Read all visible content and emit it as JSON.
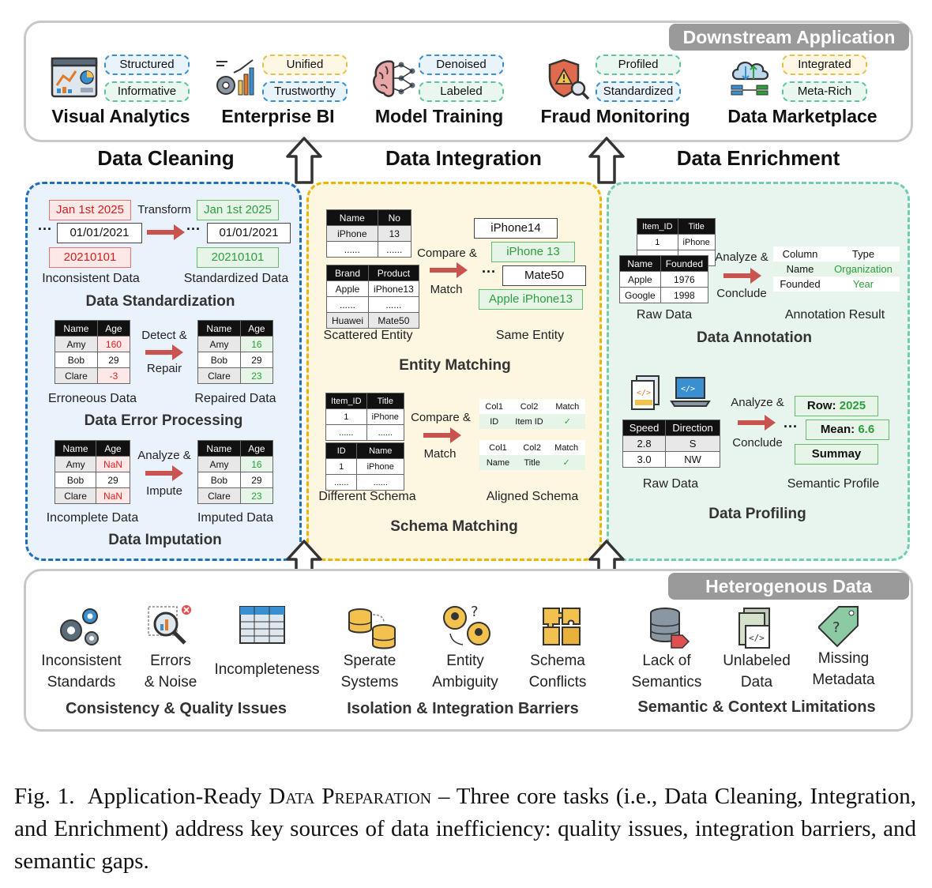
{
  "downstream": {
    "banner": "Downstream Application",
    "apps": [
      {
        "label": "Visual Analytics",
        "tags": [
          "Structured",
          "Informative"
        ]
      },
      {
        "label": "Enterprise BI",
        "tags": [
          "Unified",
          "Trustworthy"
        ]
      },
      {
        "label": "Model Training",
        "tags": [
          "Denoised",
          "Labeled"
        ]
      },
      {
        "label": "Fraud Monitoring",
        "tags": [
          "Profiled",
          "Standardized"
        ]
      },
      {
        "label": "Data Marketplace",
        "tags": [
          "Integrated",
          "Meta-Rich"
        ]
      }
    ]
  },
  "tasks": {
    "cleaning": "Data Cleaning",
    "integration": "Data Integration",
    "enrichment": "Data Enrichment"
  },
  "cleaning": {
    "standardization": {
      "title": "Data Standardization",
      "raw": [
        "Jan 1st 2025",
        "01/01/2021",
        "20210101"
      ],
      "std": [
        "Jan 1st 2025",
        "01/01/2021",
        "20210101"
      ],
      "action": "Transform",
      "left_label": "Inconsistent Data",
      "right_label": "Standardized Data"
    },
    "error": {
      "title": "Data Error Processing",
      "headers": [
        "Name",
        "Age"
      ],
      "left_rows": [
        [
          "Amy",
          "160"
        ],
        [
          "Bob",
          "29"
        ],
        [
          "Clare",
          "-3"
        ]
      ],
      "right_rows": [
        [
          "Amy",
          "16"
        ],
        [
          "Bob",
          "29"
        ],
        [
          "Clare",
          "23"
        ]
      ],
      "action_top": "Detect &",
      "action_bottom": "Repair",
      "left_label": "Erroneous Data",
      "right_label": "Repaired Data"
    },
    "imputation": {
      "title": "Data Imputation",
      "headers": [
        "Name",
        "Age"
      ],
      "left_rows": [
        [
          "Amy",
          "NaN"
        ],
        [
          "Bob",
          "29"
        ],
        [
          "Clare",
          "NaN"
        ]
      ],
      "right_rows": [
        [
          "Amy",
          "16"
        ],
        [
          "Bob",
          "29"
        ],
        [
          "Clare",
          "23"
        ]
      ],
      "action_top": "Analyze &",
      "action_bottom": "Impute",
      "left_label": "Incomplete Data",
      "right_label": "Imputed Data"
    }
  },
  "integration": {
    "entity": {
      "title": "Entity Matching",
      "t1_headers": [
        "Name",
        "No"
      ],
      "t1_rows": [
        [
          "iPhone",
          "13"
        ],
        [
          "......",
          "......"
        ]
      ],
      "t2_headers": [
        "Brand",
        "Product"
      ],
      "t2_rows": [
        [
          "Apple",
          "iPhone13"
        ],
        [
          "......",
          "......"
        ],
        [
          "Huawei",
          "Mate50"
        ]
      ],
      "action_top": "Compare &",
      "action_bottom": "Match",
      "results": [
        "iPhone14",
        "iPhone 13",
        "Mate50",
        "Apple iPhone13"
      ],
      "left_label": "Scattered Entity",
      "right_label": "Same Entity"
    },
    "schema": {
      "title": "Schema Matching",
      "t1_headers": [
        "Item_ID",
        "Title"
      ],
      "t1_rows": [
        [
          "1",
          "iPhone"
        ],
        [
          "......",
          "......"
        ]
      ],
      "t2_headers": [
        "ID",
        "Name"
      ],
      "t2_rows": [
        [
          "1",
          "iPhone"
        ],
        [
          "......",
          "......"
        ]
      ],
      "action_top": "Compare &",
      "action_bottom": "Match",
      "r_headers": [
        "Col1",
        "Col2",
        "Match"
      ],
      "r1": [
        "ID",
        "Item ID",
        "✓"
      ],
      "r2": [
        "Name",
        "Title",
        "✓"
      ],
      "left_label": "Different Schema",
      "right_label": "Aligned Schema"
    }
  },
  "enrichment": {
    "annotation": {
      "title": "Data Annotation",
      "t1_headers": [
        "Item_ID",
        "Title"
      ],
      "t1_rows": [
        [
          "1",
          "iPhone"
        ],
        [
          "......",
          "......"
        ]
      ],
      "t2_headers": [
        "Name",
        "Founded"
      ],
      "t2_rows": [
        [
          "Apple",
          "1976"
        ],
        [
          "Google",
          "1998"
        ]
      ],
      "action_top": "Analyze &",
      "action_bottom": "Conclude",
      "r_headers": [
        "Column",
        "Type"
      ],
      "r_rows": [
        [
          "Name",
          "Organization"
        ],
        [
          "Founded",
          "Year"
        ]
      ],
      "left_label": "Raw Data",
      "right_label": "Annotation Result"
    },
    "profiling": {
      "title": "Data Profiling",
      "headers": [
        "Speed",
        "Direction"
      ],
      "rows": [
        [
          "2.8",
          "S"
        ],
        [
          "3.0",
          "NW"
        ]
      ],
      "action_top": "Analyze &",
      "action_bottom": "Conclude",
      "row_label": "Row:",
      "row_value": "2025",
      "mean_label": "Mean:",
      "mean_value": "6.6",
      "summary": "Summay",
      "left_label": "Raw Data",
      "right_label": "Semantic Profile"
    }
  },
  "heterogenous": {
    "banner": "Heterogenous Data",
    "issues": [
      {
        "line1": "Inconsistent",
        "line2": "Standards"
      },
      {
        "line1": "Errors",
        "line2": "& Noise"
      },
      {
        "line1": "Incompleteness",
        "line2": ""
      },
      {
        "line1": "Sperate",
        "line2": "Systems"
      },
      {
        "line1": "Entity",
        "line2": "Ambiguity"
      },
      {
        "line1": "Schema",
        "line2": "Conflicts"
      },
      {
        "line1": "Lack of",
        "line2": "Semantics"
      },
      {
        "line1": "Unlabeled",
        "line2": "Data"
      },
      {
        "line1": "Missing",
        "line2": "Metadata"
      }
    ],
    "groups": [
      "Consistency & Quality Issues",
      "Isolation & Integration Barriers",
      "Semantic & Context Limitations"
    ]
  },
  "caption": {
    "fig": "Fig. 1.",
    "lead": "Application-Ready",
    "sc": "Data Preparation",
    "rest": "– Three core tasks (i.e., Data Cleaning, Integration, and Enrichment) address key sources of data inefficiency: quality issues, integration barriers, and semantic gaps."
  },
  "colors": {
    "clean_border": "#1f6fbf",
    "integ_border": "#f0b400",
    "enrich_border": "#5ec7a8",
    "arrow": "#c9534f"
  }
}
